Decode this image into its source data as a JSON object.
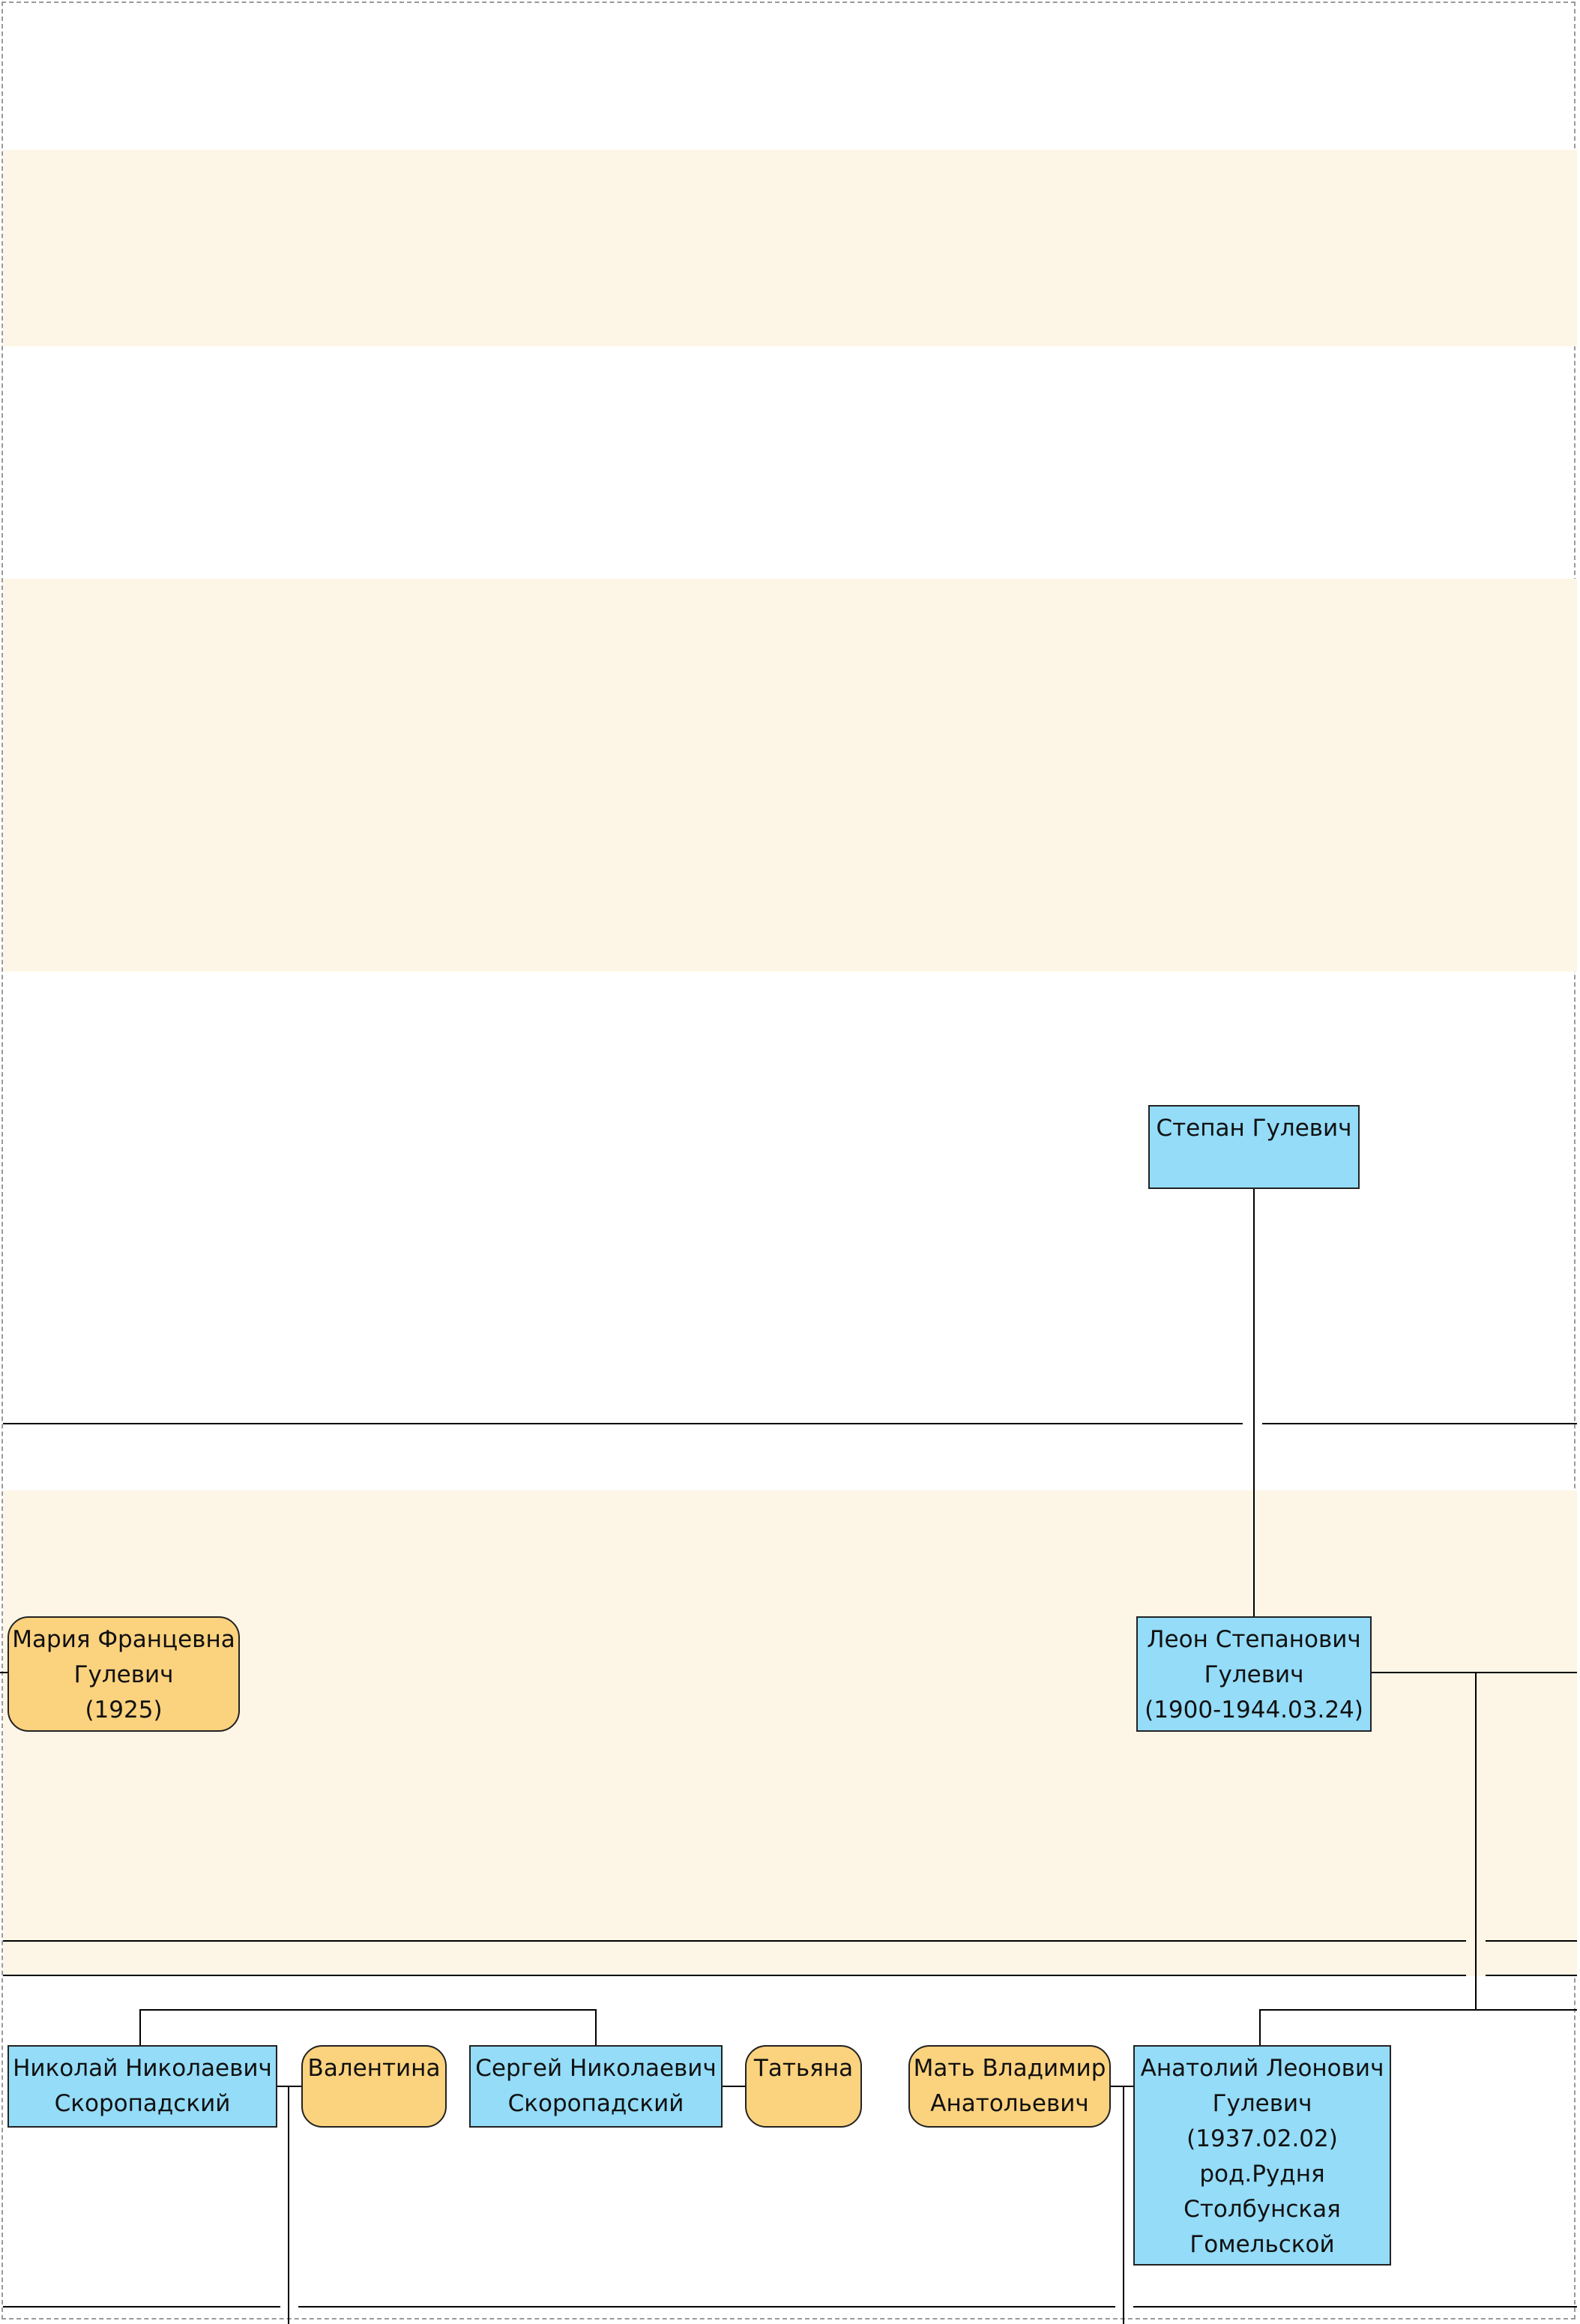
{
  "tree": {
    "generation_1": {
      "stepan": {
        "lines": [
          "Степан Гулевич"
        ]
      }
    },
    "generation_2": {
      "maria": {
        "lines": [
          "Мария Францевна",
          "Гулевич",
          "(1925)"
        ]
      },
      "leon": {
        "lines": [
          "Леон Степанович",
          "Гулевич",
          "(1900-1944.03.24)"
        ]
      }
    },
    "generation_3": {
      "nikolay": {
        "lines": [
          "Николай Николаевич",
          "Скоропадский"
        ]
      },
      "valentina": {
        "lines": [
          "Валентина"
        ]
      },
      "sergey": {
        "lines": [
          "Сергей Николаевич",
          "Скоропадский"
        ]
      },
      "tatyana": {
        "lines": [
          "Татьяна"
        ]
      },
      "mother_vladimir": {
        "lines": [
          "Мать Владимир",
          "Анатольевич"
        ]
      },
      "anatoliy": {
        "lines": [
          "Анатолий Леонович",
          "Гулевич",
          "(1937.02.02)",
          "род.Рудня",
          "Столбунская",
          "Гомельской"
        ]
      }
    }
  },
  "colors": {
    "male_fill": "#94dcf8",
    "female_fill": "#fbd27e",
    "band_fill": "#fdf6e6",
    "line": "#000000"
  }
}
